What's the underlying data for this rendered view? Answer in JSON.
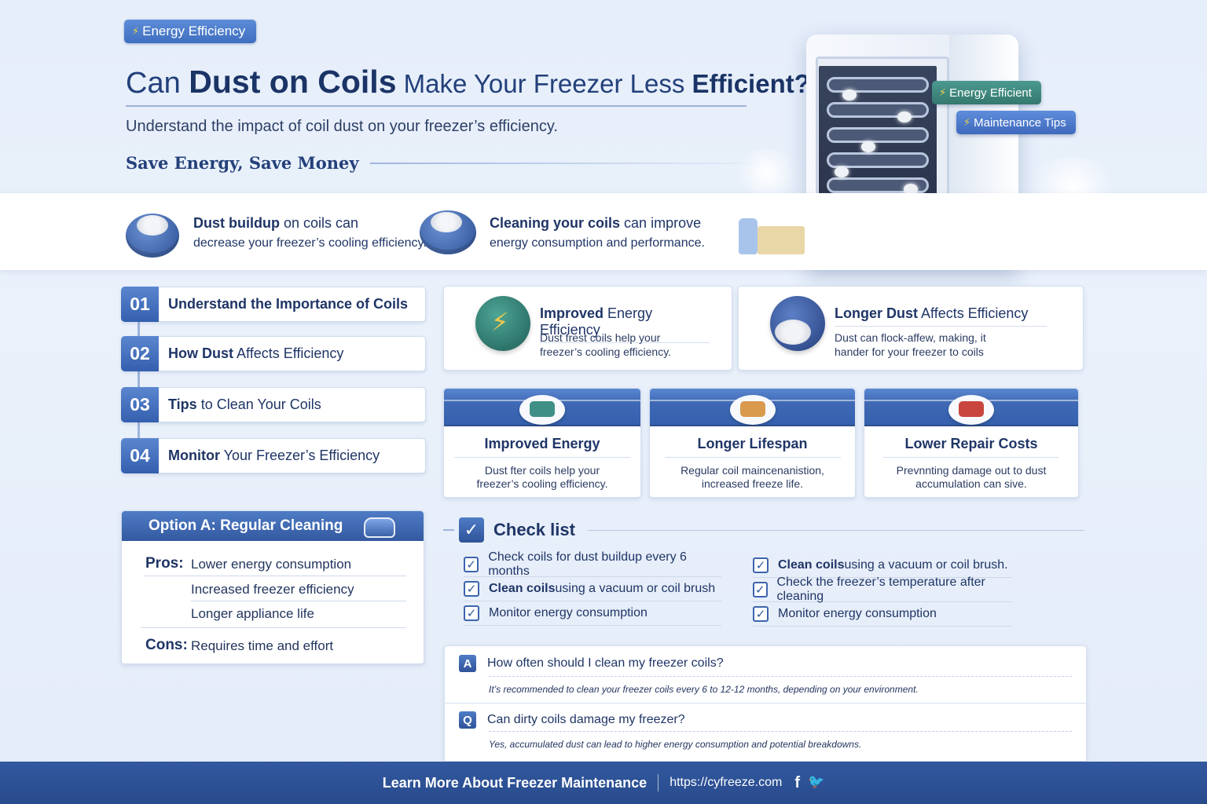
{
  "hero": {
    "badge": "Energy Efficiency",
    "title": {
      "p1": "Can ",
      "p2": "Dust on Coils",
      "p3": " Make Your Freezer Less ",
      "p4": "Efficient?"
    },
    "subtitle": "Understand the impact of coil dust on your freezer’s efficiency.",
    "tagline": "Save Energy, Save Money",
    "chip_green": "Energy Efficient",
    "chip_blue": "Maintenance Tips"
  },
  "band": [
    {
      "bold": "Dust buildup",
      "rest": " on coils can",
      "line2": "decrease your freezer’s cooling efficiency."
    },
    {
      "bold": "Cleaning your coils",
      "rest": " can improve",
      "line2": "energy consumption and performance."
    }
  ],
  "steps": [
    {
      "num": "01",
      "bold": "Understand the Importance of Coils",
      "rest": ""
    },
    {
      "num": "02",
      "bold": "How Dust",
      "rest": " Affects Efficiency"
    },
    {
      "num": "03",
      "bold": "Tips",
      "rest": " to Clean Your Coils"
    },
    {
      "num": "04",
      "bold": "Monitor",
      "rest": " Your Freezer’s Efficiency"
    }
  ],
  "option": {
    "title": "Option A: Regular Cleaning",
    "pros_label": "Pros:",
    "pros": [
      "Lower energy consumption",
      "Increased freezer efficiency",
      "Longer appliance life"
    ],
    "cons_label": "Cons:",
    "cons": "Requires time and effort"
  },
  "features": [
    {
      "bold": "Improved",
      "rest": " Energy Efficiency",
      "line1": "Dust frest coils help your",
      "line2": "freezer’s cooling efficiency."
    },
    {
      "bold": "Longer Dust",
      "rest": " Affects Efficiency",
      "line1": "Dust can flock-affew, making, it",
      "line2": "hander for your freezer to coils"
    }
  ],
  "benefits": [
    {
      "title": "Improved Energy",
      "line1": "Dust fter coils help your",
      "line2": "freezer’s cooling efficiency."
    },
    {
      "title": "Longer Lifespan",
      "line1": "Regular coil maincenanistion,",
      "line2": "increased freeze life."
    },
    {
      "title": "Lower Repair Costs",
      "line1": "Prevnnting damage out to dust",
      "line2": "accumulation can sive."
    }
  ],
  "checklist": {
    "title": "Check list",
    "check_glyph": "✓",
    "left": [
      {
        "bold": "",
        "rest": "Check coils for dust buildup every 6 months"
      },
      {
        "bold": "Clean coils",
        "rest": " using a vacuum or coil brush"
      },
      {
        "bold": "",
        "rest": "Monitor energy consumption"
      }
    ],
    "right": [
      {
        "bold": "Clean coils",
        "rest": " using a vacuum or coil brush."
      },
      {
        "bold": "",
        "rest": "Check the freezer’s temperature after cleaning"
      },
      {
        "bold": "",
        "rest": "Monitor energy consumption"
      }
    ]
  },
  "faq": [
    {
      "tag": "A",
      "q": "How often should I clean my freezer coils?",
      "a": "It’s recommended to clean your freezer coils every 6 to 12-12 months, depending on your environment."
    },
    {
      "tag": "Q",
      "q": "Can dirty coils damage my freezer?",
      "a": "Yes, accumulated dust can lead to higher energy consumption and potential breakdowns."
    }
  ],
  "footer": {
    "cta": "Learn More About Freezer Maintenance",
    "url": "https://cyfreeze.com",
    "facebook": "f",
    "twitter": "🐦"
  },
  "colors": {
    "primary": "#345fae",
    "accent_green": "#35786f",
    "text": "#1f3566",
    "bolt": "#f2d14b"
  }
}
